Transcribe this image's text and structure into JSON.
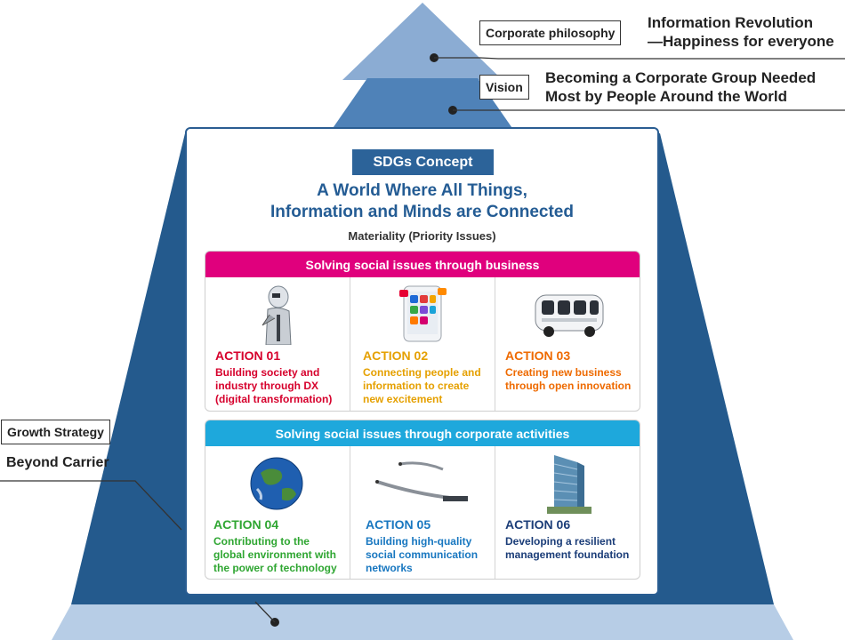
{
  "pyramid": {
    "colors": {
      "top": "#8bacd3",
      "vision": "#4f82b8",
      "middle": "#245a8d",
      "base": "#b7cde6"
    }
  },
  "philosophy": {
    "tag": "Corporate philosophy",
    "line1": "Information Revolution",
    "line2": "—Happiness for everyone"
  },
  "vision": {
    "tag": "Vision",
    "line1": "Becoming a Corporate Group Needed",
    "line2": "Most by People Around the World"
  },
  "growth": {
    "tag": "Growth Strategy",
    "text": "Beyond Carrier"
  },
  "concept": {
    "badge": "SDGs Concept",
    "headline1": "A World Where All Things,",
    "headline2": "Information and Minds are Connected",
    "materiality": "Materiality (Priority Issues)"
  },
  "groups": [
    {
      "title": "Solving social issues through business",
      "color": "#e0007d",
      "actions": [
        {
          "title": "ACTION 01",
          "desc1": "Building society and",
          "desc2": "industry through DX",
          "desc3": "(digital transformation)",
          "color": "#d6002c",
          "icon": "robot-image"
        },
        {
          "title": "ACTION 02",
          "desc1": "Connecting people and",
          "desc2": "information to create",
          "desc3": "new excitement",
          "color": "#e5a000",
          "icon": "smartphone-apps-image"
        },
        {
          "title": "ACTION 03",
          "desc1": "Creating new business",
          "desc2": "through open innovation",
          "desc3": "",
          "color": "#ee6a00",
          "icon": "autonomous-bus-image"
        }
      ]
    },
    {
      "title": "Solving social issues through corporate activities",
      "color": "#1ea8dc",
      "actions": [
        {
          "title": "ACTION 04",
          "desc1": "Contributing to the",
          "desc2": "global environment with",
          "desc3": "the power of technology",
          "color": "#2fa632",
          "icon": "earth-image"
        },
        {
          "title": "ACTION 05",
          "desc1": "Building high-quality",
          "desc2": "social communication",
          "desc3": "networks",
          "color": "#1877c0",
          "icon": "stratospheric-aircraft-image"
        },
        {
          "title": "ACTION 06",
          "desc1": "Developing a resilient",
          "desc2": "management foundation",
          "desc3": "",
          "color": "#1b3d78",
          "icon": "office-building-image"
        }
      ]
    }
  ]
}
